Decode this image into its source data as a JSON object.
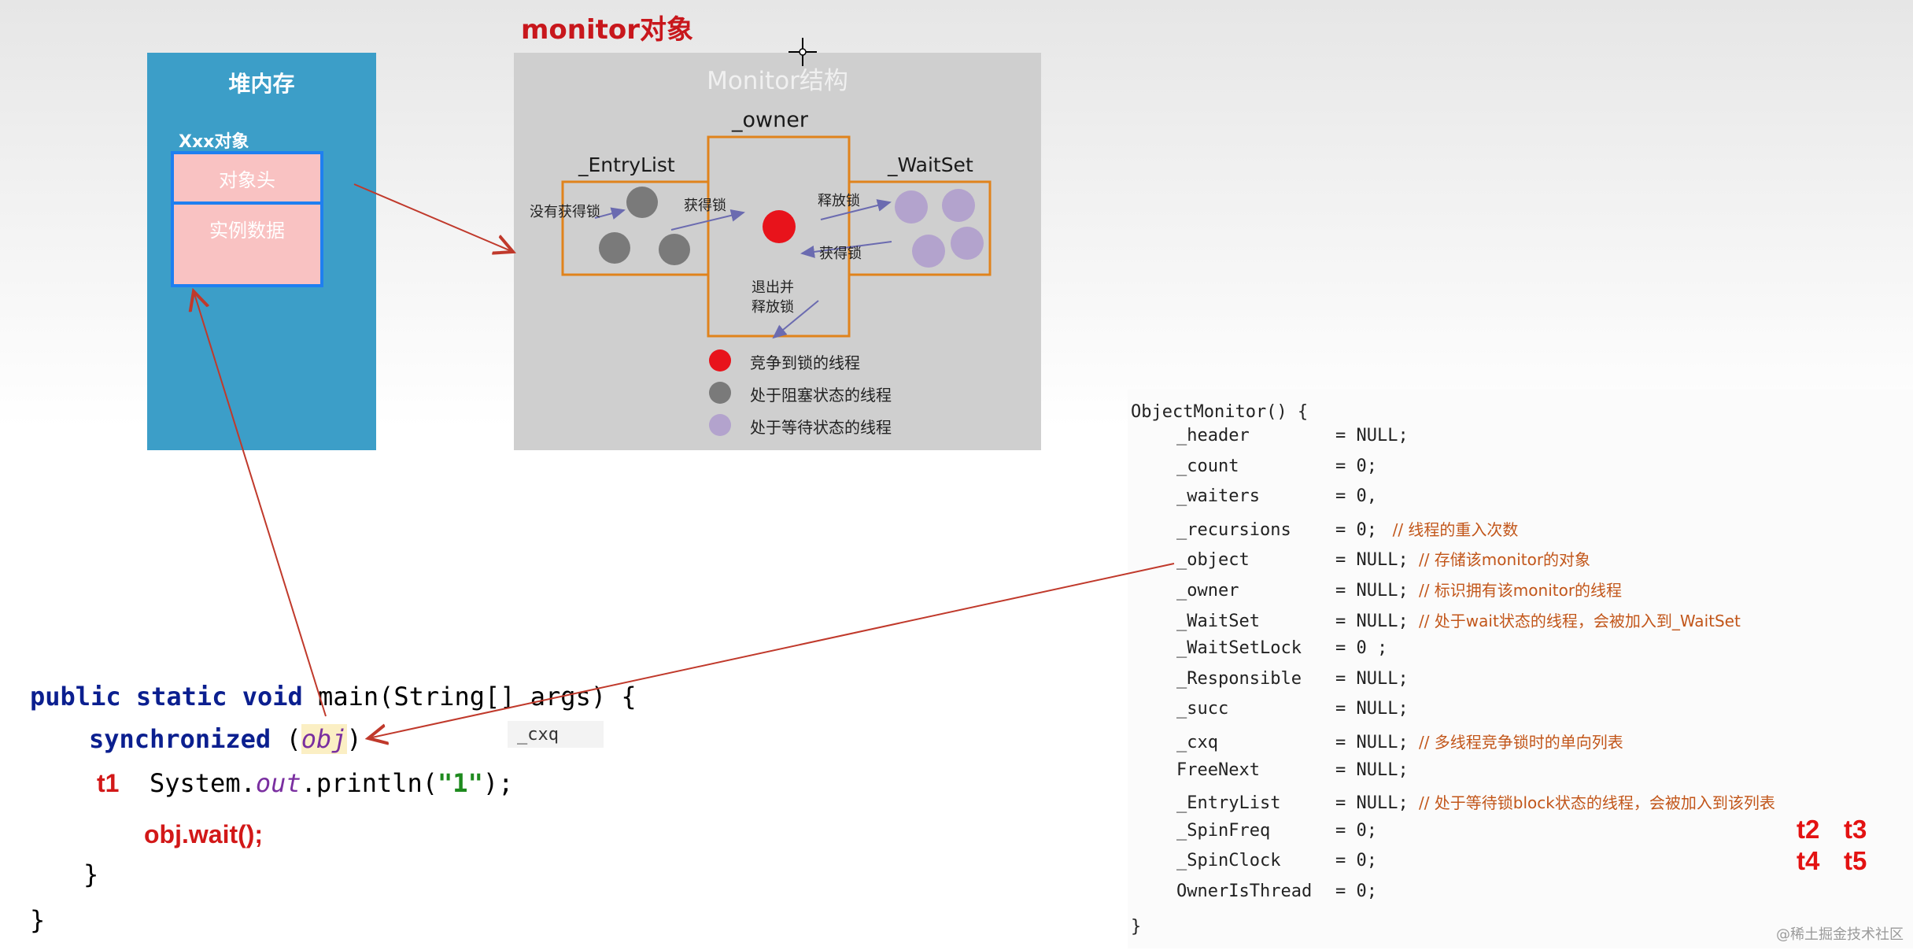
{
  "heap": {
    "title": "堆内存",
    "object_label": "Xxx对象",
    "object_header": "对象头",
    "instance_data": "实例数据"
  },
  "monitor": {
    "title": "monitor对象",
    "structure_title": "Monitor结构",
    "owner": "_owner",
    "entry_list": "_EntryList",
    "wait_set": "_WaitSet",
    "no_lock": "没有获得锁",
    "get_lock_1": "获得锁",
    "release_lock": "释放锁",
    "get_lock_2": "获得锁",
    "exit_release_1": "退出并",
    "exit_release_2": "释放锁",
    "legend": [
      {
        "text": "竞争到锁的线程",
        "color": "#e8131b"
      },
      {
        "text": "处于阻塞状态的线程",
        "color": "#7a7a7a"
      },
      {
        "text": "处于等待状态的线程",
        "color": "#b3a3cd"
      }
    ]
  },
  "code": {
    "line1_kw": "public static void",
    "line1_rest": " main(String[] args) {",
    "line2_kw": "synchronized",
    "line2_open": " (",
    "line2_obj": "obj",
    "line2_close": ")",
    "t1": "t1",
    "line3_a": "System.",
    "line3_out": "out",
    "line3_b": ".println(",
    "line3_str": "\"1\"",
    "line3_c": ");",
    "line4": "obj.wait();",
    "close_inner": "}",
    "close_outer": "}",
    "cxq_tag": "_cxq"
  },
  "object_monitor": {
    "header": "ObjectMonitor() {",
    "footer": "}",
    "fields": [
      {
        "name": "_header",
        "value": "= NULL;",
        "comment": ""
      },
      {
        "name": "_count",
        "value": "= 0;",
        "comment": ""
      },
      {
        "name": "_waiters",
        "value": "= 0,",
        "comment": ""
      },
      {
        "name": "_recursions",
        "value": "= 0;",
        "comment": " // 线程的重入次数"
      },
      {
        "name": "_object",
        "value": "= NULL;",
        "comment": "// 存储该monitor的对象"
      },
      {
        "name": "_owner",
        "value": "= NULL;",
        "comment": "// 标识拥有该monitor的线程"
      },
      {
        "name": "_WaitSet",
        "value": "= NULL;",
        "comment": "// 处于wait状态的线程，会被加入到_WaitSet"
      },
      {
        "name": "_WaitSetLock",
        "value": "= 0 ;",
        "comment": ""
      },
      {
        "name": "_Responsible",
        "value": "= NULL;",
        "comment": ""
      },
      {
        "name": "_succ",
        "value": "= NULL;",
        "comment": ""
      },
      {
        "name": "_cxq",
        "value": "= NULL;",
        "comment": "// 多线程竞争锁时的单向列表"
      },
      {
        "name": "FreeNext",
        "value": "= NULL;",
        "comment": ""
      },
      {
        "name": "_EntryList",
        "value": "= NULL;",
        "comment": "// 处于等待锁block状态的线程，会被加入到该列表"
      },
      {
        "name": "_SpinFreq",
        "value": "= 0;",
        "comment": ""
      },
      {
        "name": "_SpinClock",
        "value": "= 0;",
        "comment": ""
      },
      {
        "name": "OwnerIsThread",
        "value": "= 0;",
        "comment": ""
      }
    ],
    "threads": [
      "t2",
      "t3",
      "t4",
      "t5"
    ]
  },
  "watermark": "@稀土掘金技术社区",
  "colors": {
    "heap_bg": "#3c9ec8",
    "object_fill": "#f9c2c2",
    "object_border": "#1f7ff0",
    "monitor_bg": "#cfcfcf",
    "monitor_outline": "#e0831c",
    "arrow": "#c0392b",
    "title_red": "#c8171c"
  }
}
